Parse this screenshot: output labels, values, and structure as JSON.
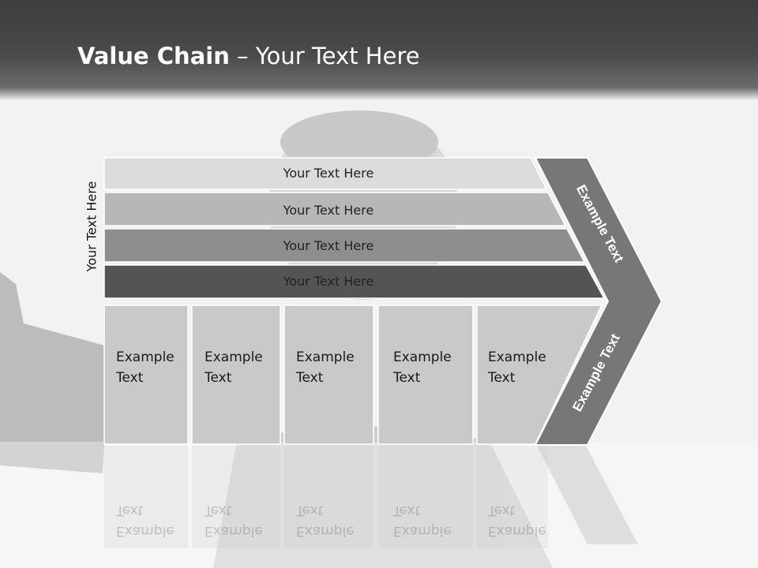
{
  "title": {
    "bold": "Value Chain",
    "rest": " – Your Text Here"
  },
  "side_label": "Your Text Here",
  "bars": [
    {
      "label": "Your Text Here",
      "fill": "#dcdcdc",
      "text_color": "#222222"
    },
    {
      "label": "Your Text Here",
      "fill": "#b7b7b7",
      "text_color": "#222222"
    },
    {
      "label": "Your Text Here",
      "fill": "#8e8e8e",
      "text_color": "#222222"
    },
    {
      "label": "Your Text Here",
      "fill": "#545454",
      "text_color": "#222222"
    }
  ],
  "columns": [
    {
      "line1": "Example",
      "line2": "Text"
    },
    {
      "line1": "Example",
      "line2": "Text"
    },
    {
      "line1": "Example",
      "line2": "Text"
    },
    {
      "line1": "Example",
      "line2": "Text"
    },
    {
      "line1": "Example",
      "line2": "Text"
    }
  ],
  "arrow_labels": {
    "upper": "Example Text",
    "lower": "Example Text"
  },
  "colors": {
    "arrow": "#777777",
    "column_fill": "#c9c9c9",
    "header": "#444444"
  }
}
